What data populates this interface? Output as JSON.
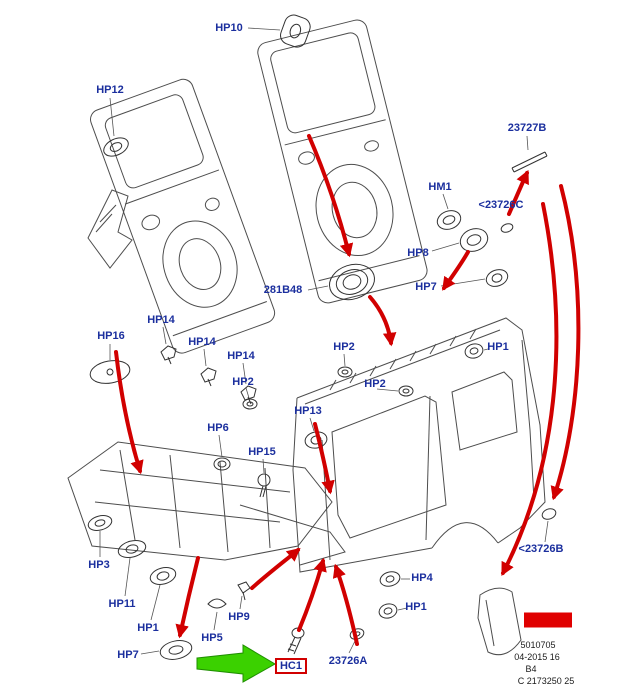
{
  "diagram": {
    "type": "vehicle-body-plugs-parts-diagram",
    "labels": [
      {
        "id": "hp10",
        "text": "HP10"
      },
      {
        "id": "hp12",
        "text": "HP12"
      },
      {
        "id": "23727b",
        "text": "23727B"
      },
      {
        "id": "hm1",
        "text": "HM1"
      },
      {
        "id": "23726c",
        "text": "<23726C"
      },
      {
        "id": "hp8",
        "text": "HP8"
      },
      {
        "id": "hp7-1",
        "text": "HP7"
      },
      {
        "id": "281b48",
        "text": "281B48"
      },
      {
        "id": "hp14-1",
        "text": "HP14"
      },
      {
        "id": "hp16",
        "text": "HP16"
      },
      {
        "id": "hp14-2",
        "text": "HP14"
      },
      {
        "id": "hp2-1",
        "text": "HP2"
      },
      {
        "id": "hp1-1",
        "text": "HP1"
      },
      {
        "id": "hp14-3",
        "text": "HP14"
      },
      {
        "id": "hp2-2",
        "text": "HP2"
      },
      {
        "id": "hp2-3",
        "text": "HP2"
      },
      {
        "id": "hp13",
        "text": "HP13"
      },
      {
        "id": "hp6",
        "text": "HP6"
      },
      {
        "id": "hp15",
        "text": "HP15"
      },
      {
        "id": "23726b",
        "text": "<23726B"
      },
      {
        "id": "hp3",
        "text": "HP3"
      },
      {
        "id": "hp4",
        "text": "HP4"
      },
      {
        "id": "hp11",
        "text": "HP11"
      },
      {
        "id": "hp1-2",
        "text": "HP1"
      },
      {
        "id": "hp9",
        "text": "HP9"
      },
      {
        "id": "hp1-3",
        "text": "HP1"
      },
      {
        "id": "hp5",
        "text": "HP5"
      },
      {
        "id": "hp7-2",
        "text": "HP7"
      },
      {
        "id": "hc1",
        "text": "HC1"
      },
      {
        "id": "23726a",
        "text": "23726A"
      }
    ],
    "footer": {
      "doc_number": "5010705",
      "date_code": "04-2015 16",
      "sheet": "B4",
      "ref": "C 2173250 25"
    },
    "colors": {
      "label_blue": "#1b2f9e",
      "arrow_red": "#d10000",
      "highlight_red": "#e00000",
      "green_arrow": "#3bd100",
      "line_art_gray": "#4d4d4d"
    }
  }
}
